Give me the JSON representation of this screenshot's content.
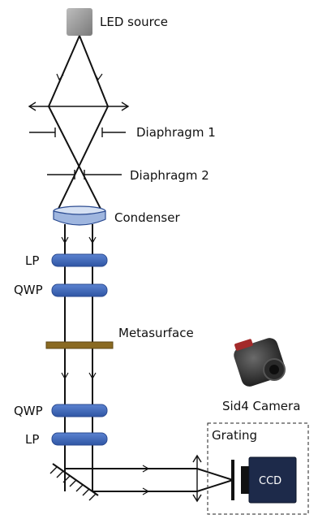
{
  "labels": {
    "led_source": "LED source",
    "diaphragm1": "Diaphragm 1",
    "diaphragm2": "Diaphragm 2",
    "condenser": "Condenser",
    "lp_top": "LP",
    "qwp_top": "QWP",
    "metasurface": "Metasurface",
    "qwp_bottom": "QWP",
    "lp_bottom": "LP",
    "sid4_camera": "Sid4 Camera",
    "grating": "Grating",
    "ccd": "CCD"
  },
  "colors": {
    "led": "#8f8f8f",
    "condenser_fill": "#b9cbe8",
    "polarizer": "#3f66b8",
    "polarizer_edge": "#2b4b91",
    "metasurface": "#8a6a22",
    "ccd_body": "#1d2a4a",
    "camera_body": "#3a3a3a",
    "camera_accent": "#a32a2a"
  }
}
